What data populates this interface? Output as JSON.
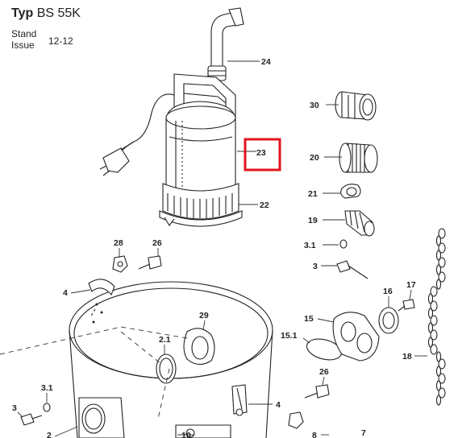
{
  "header": {
    "typ_label": "Typ",
    "model": "BS 55K",
    "stand_label": "Stand",
    "issue_label": "Issue",
    "date": "12-12"
  },
  "highlight": {
    "part": "23",
    "color": "#e0141e"
  },
  "parts": [
    {
      "id": "label-24",
      "text": "24"
    },
    {
      "id": "label-23",
      "text": "23"
    },
    {
      "id": "label-22",
      "text": "22"
    },
    {
      "id": "label-30",
      "text": "30"
    },
    {
      "id": "label-20",
      "text": "20"
    },
    {
      "id": "label-21",
      "text": "21"
    },
    {
      "id": "label-19",
      "text": "19"
    },
    {
      "id": "label-3-1-right",
      "text": "3.1"
    },
    {
      "id": "label-3-right",
      "text": "3"
    },
    {
      "id": "label-28",
      "text": "28"
    },
    {
      "id": "label-26-top",
      "text": "26"
    },
    {
      "id": "label-4-left",
      "text": "4"
    },
    {
      "id": "label-29",
      "text": "29"
    },
    {
      "id": "label-2-1",
      "text": "2.1"
    },
    {
      "id": "label-16",
      "text": "16"
    },
    {
      "id": "label-17",
      "text": "17"
    },
    {
      "id": "label-15",
      "text": "15"
    },
    {
      "id": "label-15-1",
      "text": "15.1"
    },
    {
      "id": "label-18",
      "text": "18"
    },
    {
      "id": "label-26-bottom",
      "text": "26"
    },
    {
      "id": "label-4-right",
      "text": "4"
    },
    {
      "id": "label-3-1-left",
      "text": "3.1"
    },
    {
      "id": "label-3-left",
      "text": "3"
    },
    {
      "id": "label-2",
      "text": "2"
    },
    {
      "id": "label-10",
      "text": "10"
    },
    {
      "id": "label-8",
      "text": "8"
    },
    {
      "id": "label-7",
      "text": "7"
    }
  ]
}
